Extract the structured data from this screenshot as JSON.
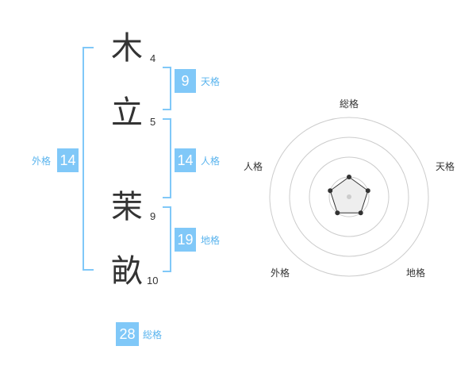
{
  "name": {
    "chars": [
      {
        "char": "木",
        "strokes": "4"
      },
      {
        "char": "立",
        "strokes": "5"
      },
      {
        "char": "茉",
        "strokes": "9"
      },
      {
        "char": "畝",
        "strokes": "10"
      }
    ]
  },
  "fortunes": {
    "tenkaku": {
      "value": "9",
      "label": "天格"
    },
    "jinkaku": {
      "value": "14",
      "label": "人格"
    },
    "chikaku": {
      "value": "19",
      "label": "地格"
    },
    "gaikaku": {
      "value": "14",
      "label": "外格"
    },
    "soukaku": {
      "value": "28",
      "label": "総格"
    }
  },
  "radar": {
    "axes": [
      "総格",
      "天格",
      "地格",
      "外格",
      "人格"
    ],
    "levels": 4,
    "values": [
      1,
      1,
      1,
      1,
      1
    ],
    "max": 4
  },
  "colors": {
    "accent": "#80c8f8",
    "label": "#5ab4ee",
    "text": "#333333",
    "grid": "#cccccc"
  }
}
